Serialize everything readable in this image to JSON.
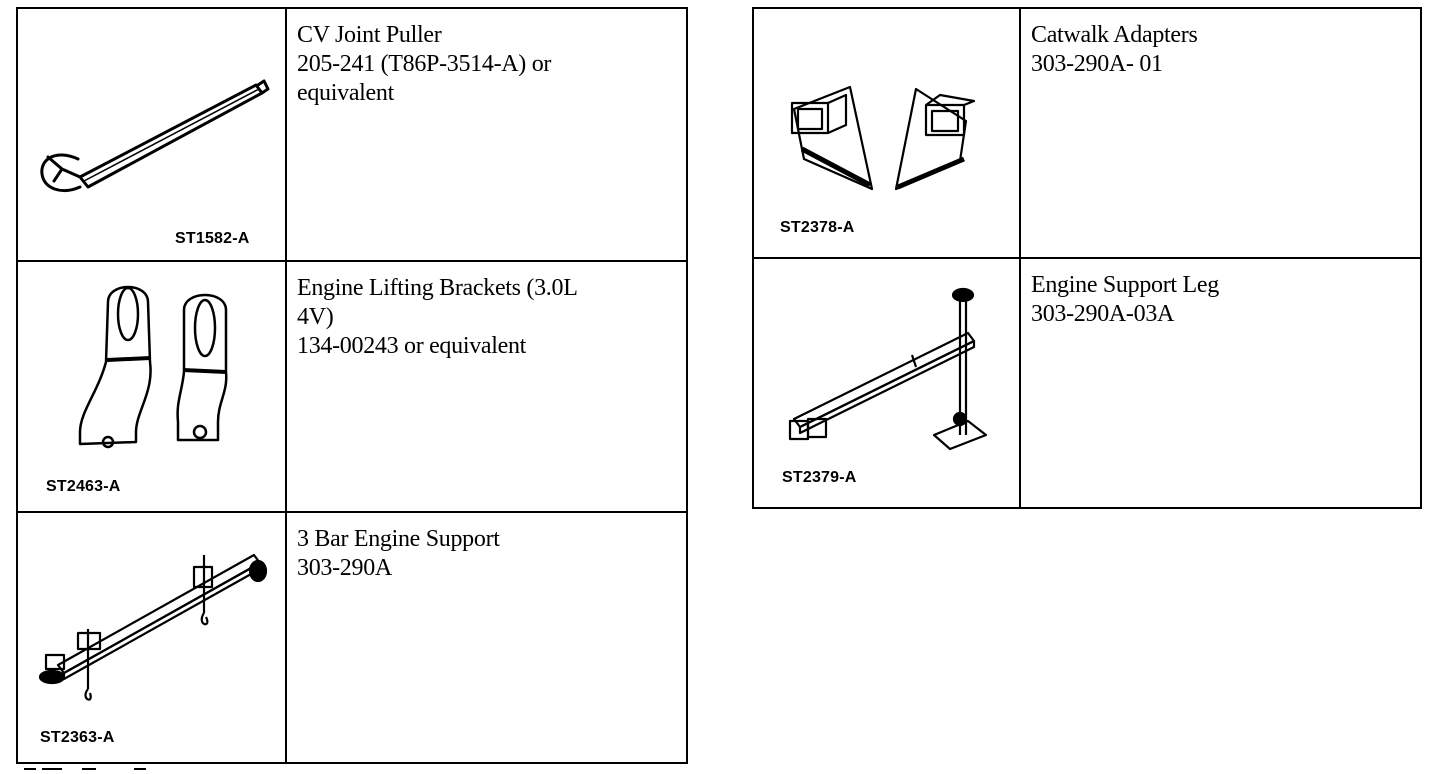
{
  "left_table": {
    "rows": [
      {
        "fig": "ST1582-A",
        "name": "CV Joint Puller",
        "part": "205-241 (T86P-3514-A) or\nequivalent"
      },
      {
        "fig": "ST2463-A",
        "name": "Engine Lifting Brackets (3.0L\n4V)",
        "part": "134-00243 or equivalent"
      },
      {
        "fig": "ST2363-A",
        "name": "3 Bar Engine Support",
        "part": "303-290A"
      }
    ]
  },
  "right_table": {
    "rows": [
      {
        "fig": "ST2378-A",
        "name": "Catwalk Adapters",
        "part": "303-290A- 01"
      },
      {
        "fig": "ST2379-A",
        "name": "Engine Support Leg",
        "part": "303-290A-03A"
      }
    ]
  },
  "icons": [
    "cv-joint-puller-icon",
    "engine-lifting-brackets-icon",
    "three-bar-engine-support-icon",
    "catwalk-adapters-icon",
    "engine-support-leg-icon"
  ]
}
